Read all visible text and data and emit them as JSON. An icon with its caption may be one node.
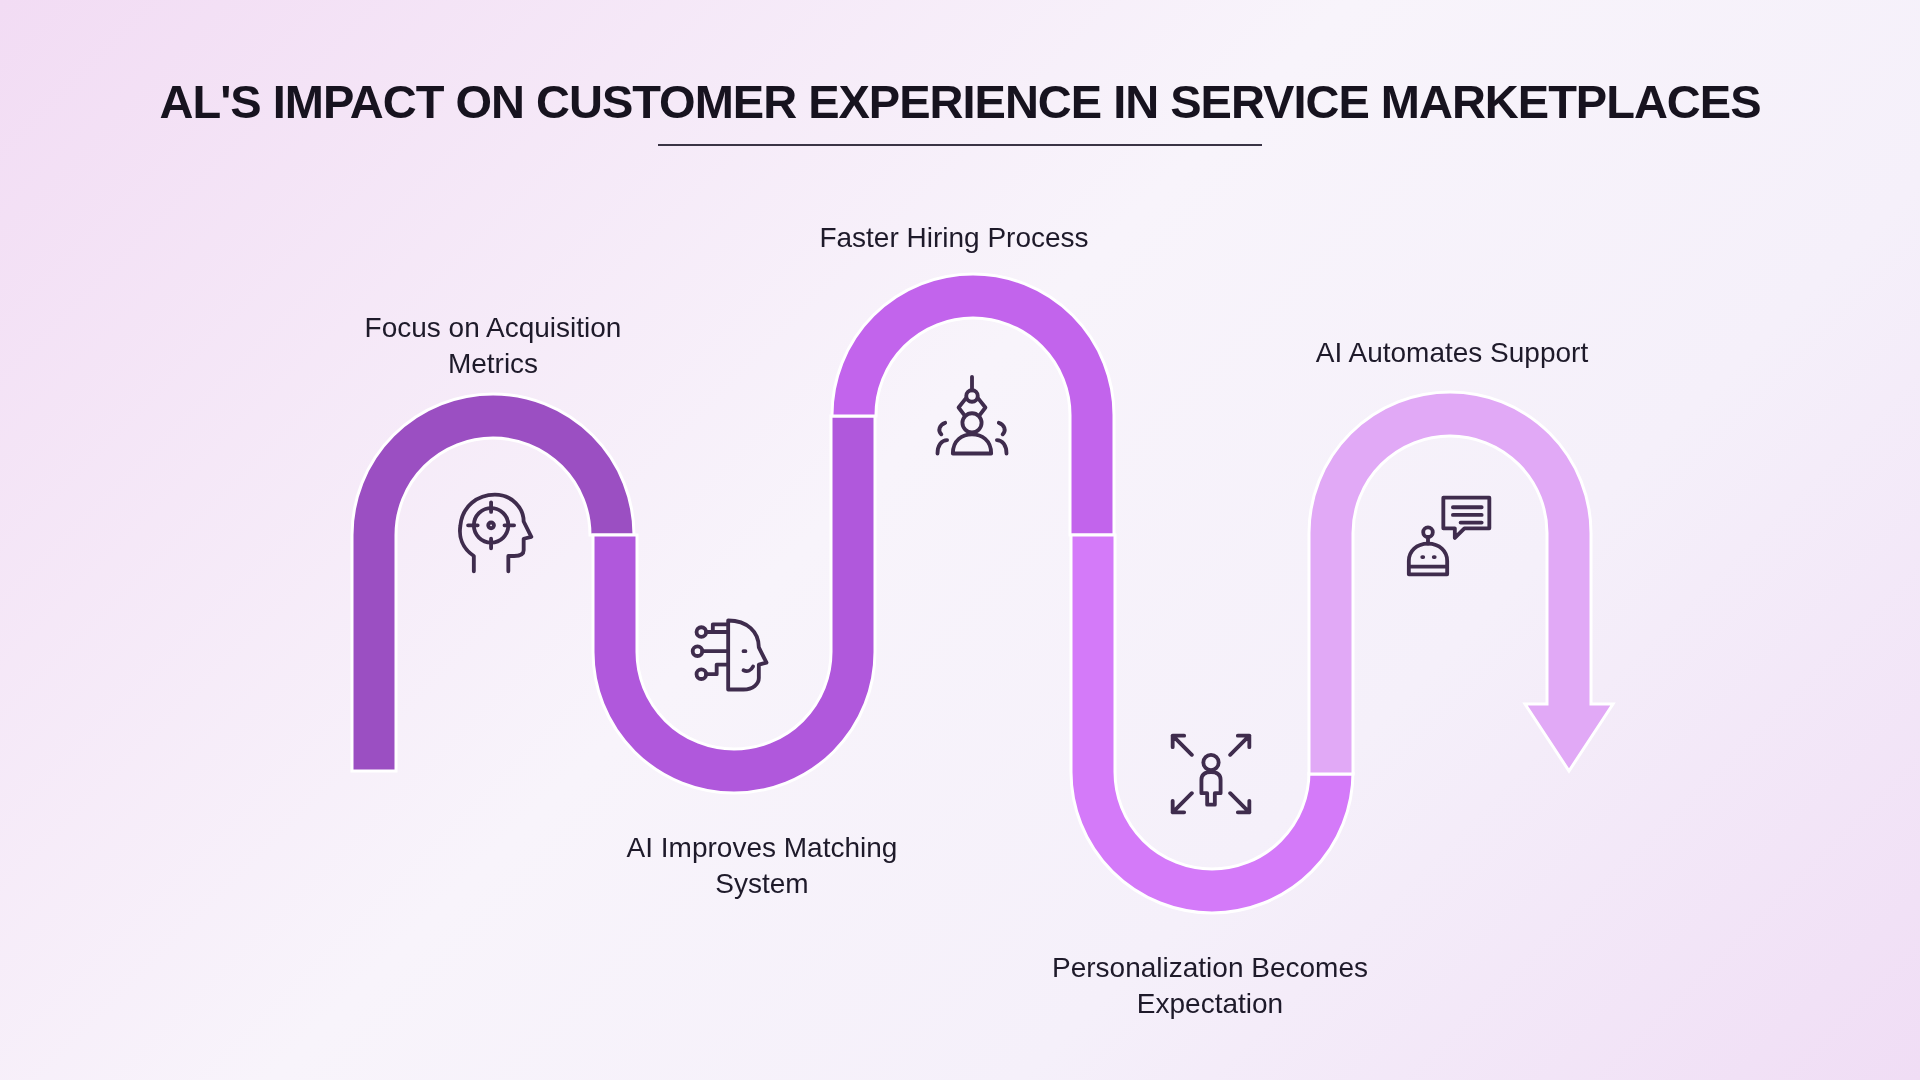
{
  "diagram": {
    "title": "AL'S IMPACT ON CUSTOMER EXPERIENCE IN SERVICE MARKETPLACES",
    "nodes": [
      {
        "text": [
          "Focus on Acquisition Metrics"
        ]
      },
      {
        "text": [
          "AI Improves Matching System"
        ]
      },
      {
        "text": [
          "Faster Hiring Process"
        ]
      },
      {
        "text": [
          "Personalization Becomes Expectation"
        ]
      },
      {
        "text": [
          "AI Automates Support"
        ]
      }
    ]
  }
}
